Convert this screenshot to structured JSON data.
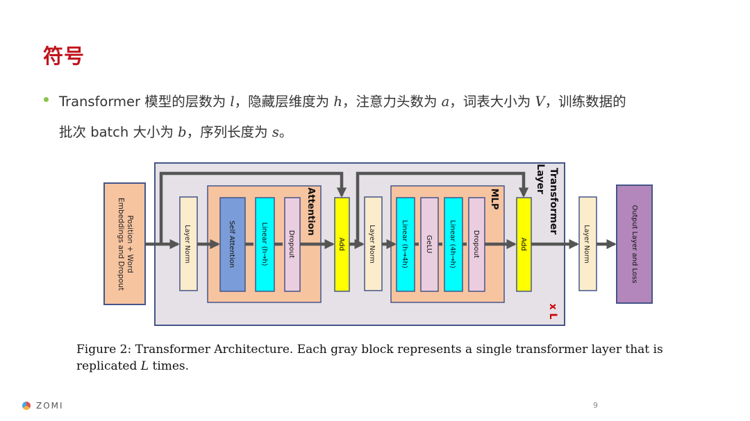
{
  "slide": {
    "title": "符号",
    "bullet": {
      "line1": [
        {
          "t": "Transformer 模型的层数为 "
        },
        {
          "t": "l",
          "m": true
        },
        {
          "t": "，隐藏层维度为 "
        },
        {
          "t": "h",
          "m": true
        },
        {
          "t": "，注意力头数为 "
        },
        {
          "t": "a",
          "m": true
        },
        {
          "t": "，词表大小为 "
        },
        {
          "t": "V",
          "m": true
        },
        {
          "t": "，训练数据的"
        }
      ],
      "line2": [
        {
          "t": "批次 batch 大小为 "
        },
        {
          "t": "b",
          "m": true
        },
        {
          "t": "，序列长度为 "
        },
        {
          "t": "s",
          "m": true
        },
        {
          "t": "。"
        }
      ]
    },
    "caption": {
      "line1": "Figure 2:  Transformer Architecture.  Each gray block represents a single transformer layer that is",
      "line2_pre": "replicated ",
      "line2_var": "L",
      "line2_post": " times."
    },
    "footer": {
      "logo_text": "ZOMI",
      "page_number": "9"
    }
  },
  "diagram": {
    "colors": {
      "orange": "#f7c4a0",
      "beige": "#fbeccb",
      "blue": "#7a9cd8",
      "cyan": "#00ffff",
      "pink": "#ebcde0",
      "yellow": "#ffff00",
      "purple": "#b386bc",
      "gray": "#e5e1e6",
      "border": "#445588",
      "arrow": "#555555",
      "red": "#cc0000"
    },
    "labels": {
      "embeddings_line1": "Position + Word",
      "embeddings_line2": "Embeddings and Dropout",
      "layer_norm_1": "Layer Norm",
      "self_attention": "Self Attention",
      "linear_h_h": "Linear (h→h)",
      "dropout_1": "Dropout",
      "attention": "Attention",
      "add_1": "Add",
      "layer_norm_2": "Layer Norm",
      "linear_h_4h": "Linear (h→4h)",
      "gelu": "GeLU",
      "linear_4h_h": "Linear (4h→h)",
      "dropout_2": "Dropout",
      "mlp": "MLP",
      "add_2": "Add",
      "transformer_line1": "Transformer",
      "transformer_line2": "Layer",
      "repeat": "x L",
      "layer_norm_final": "Layer Norm",
      "output": "Output Layer and Loss"
    }
  }
}
